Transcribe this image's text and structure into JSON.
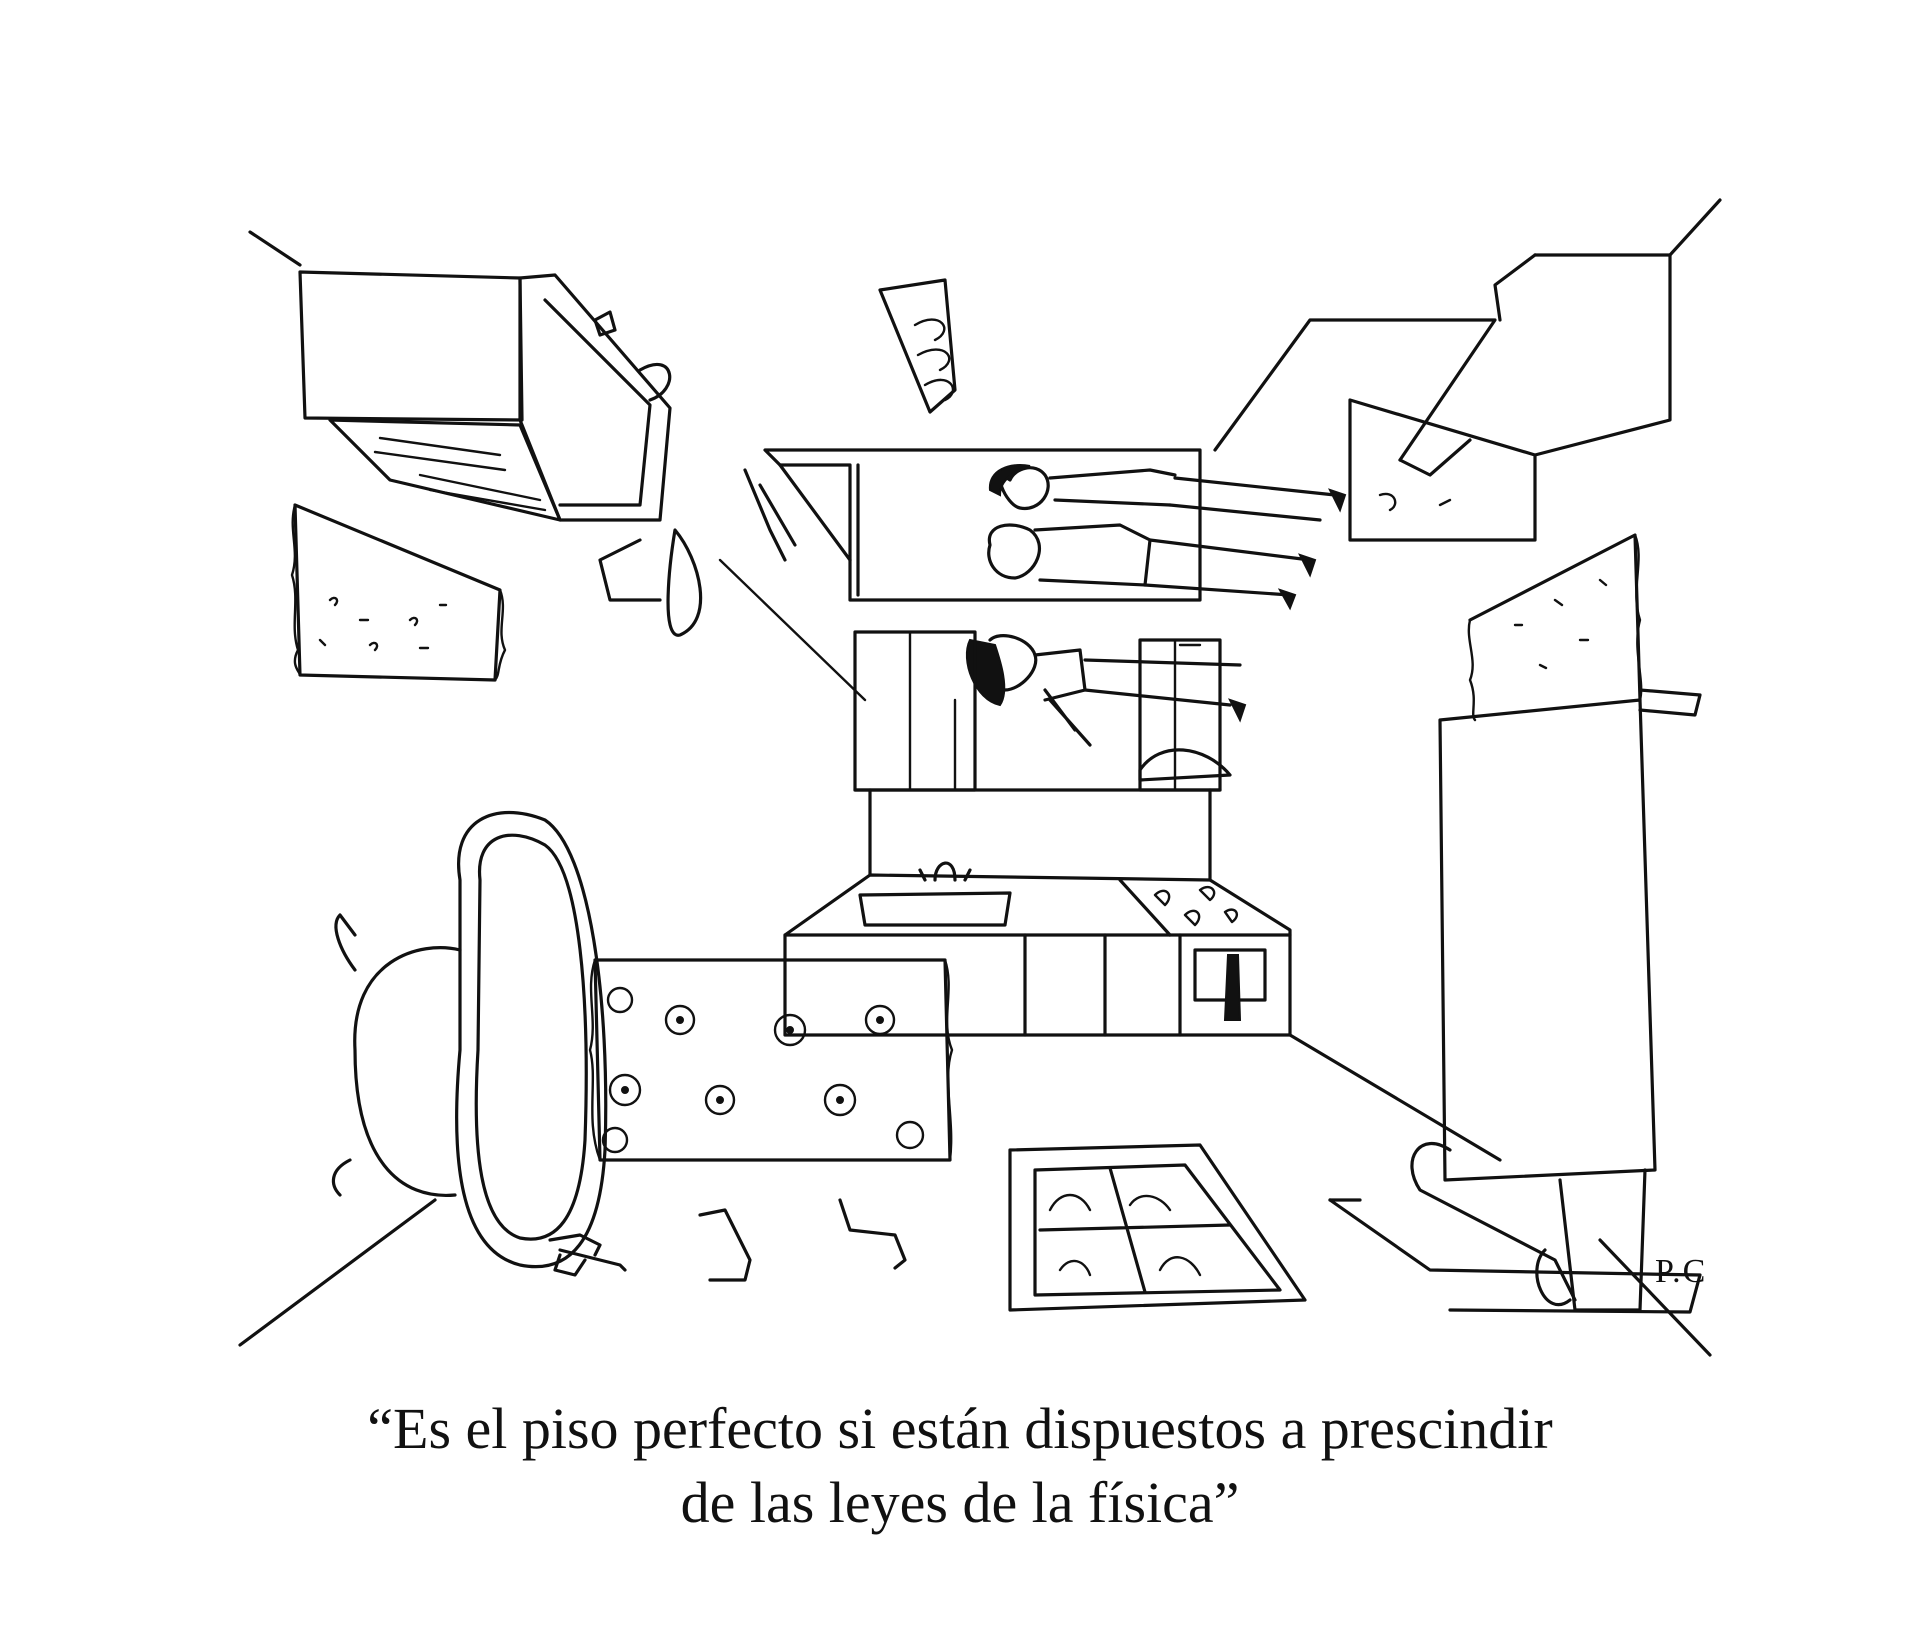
{
  "cartoon": {
    "artist_signature": "P.C",
    "caption_lines": [
      "“Es el piso perfecto si están dispuestos a prescindir",
      "de las leyes de la física”"
    ]
  },
  "colors": {
    "ink": "#111111",
    "paper": "#ffffff"
  }
}
